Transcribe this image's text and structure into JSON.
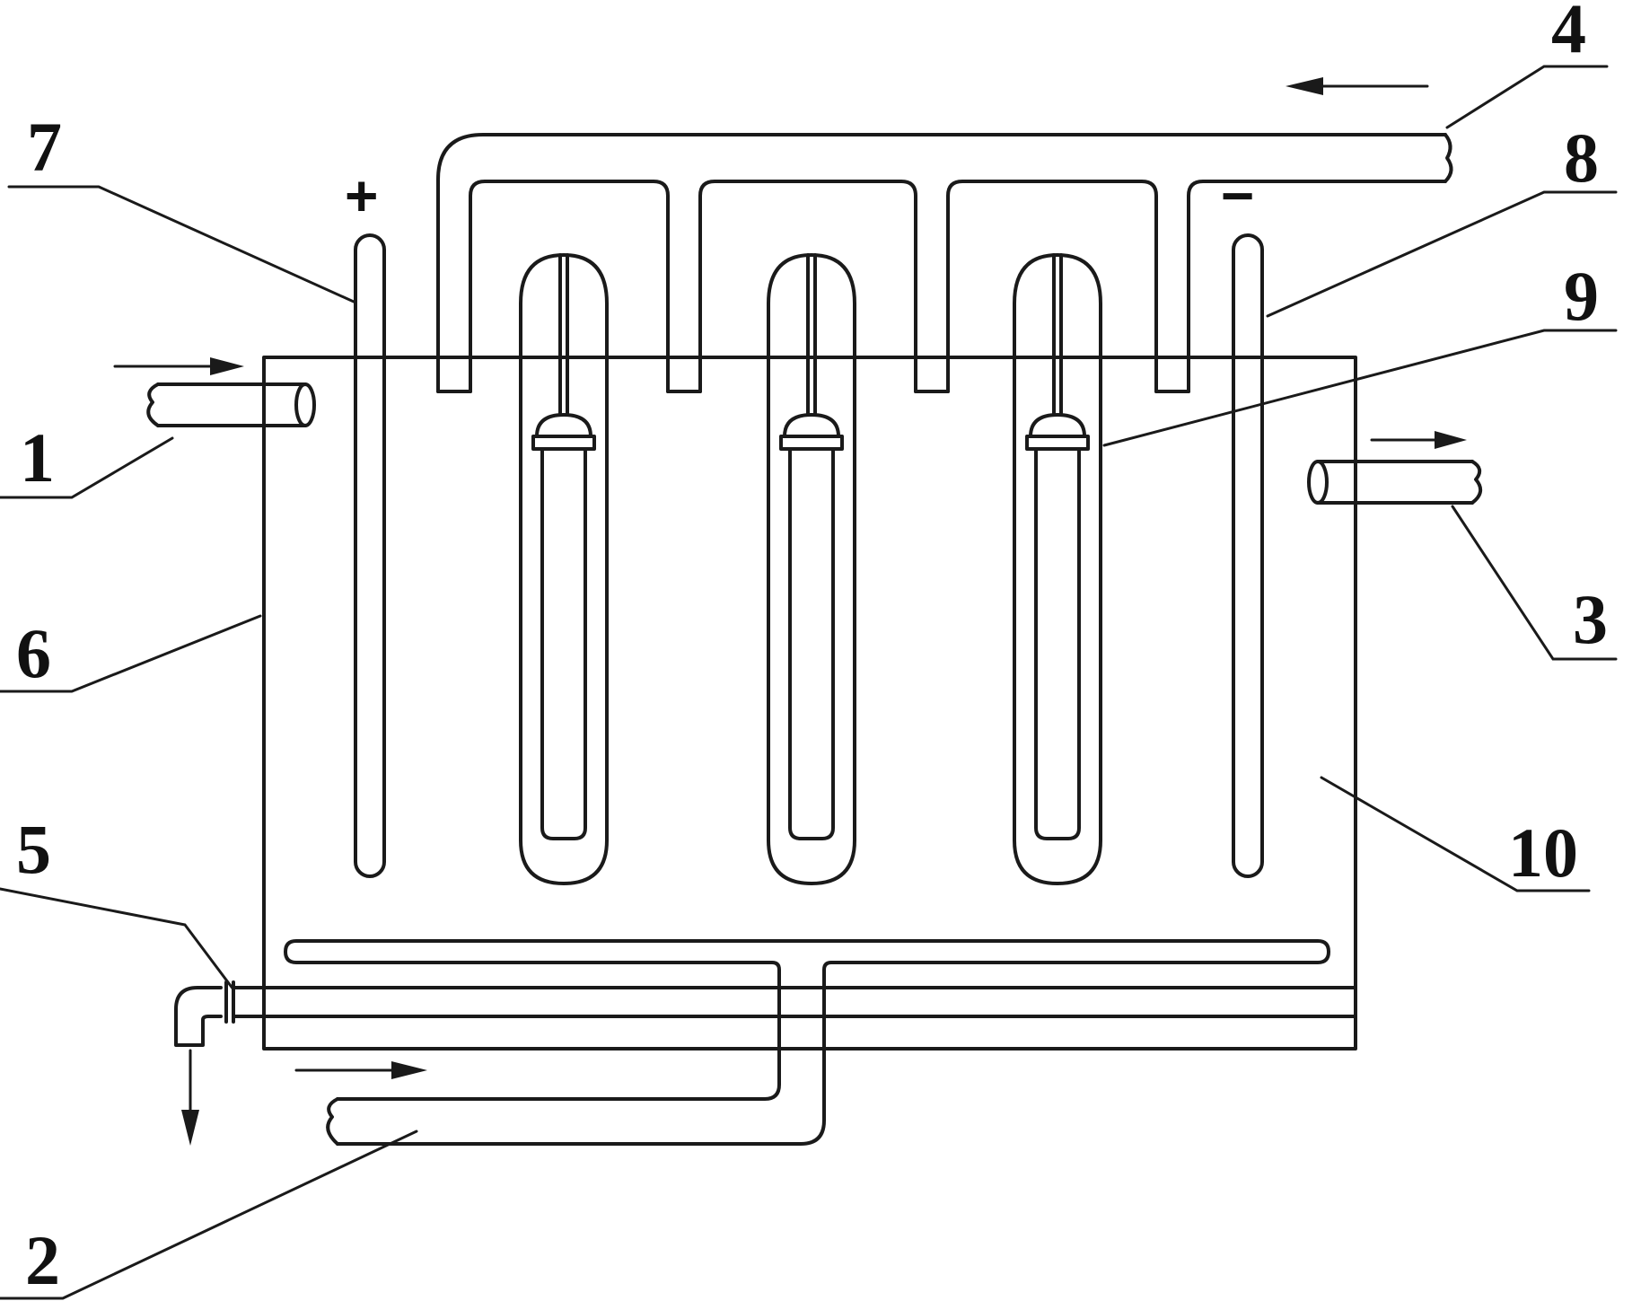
{
  "labels": {
    "l1": "1",
    "l2": "2",
    "l3": "3",
    "l4": "4",
    "l5": "5",
    "l6": "6",
    "l7": "7",
    "l8": "8",
    "l9": "9",
    "l10": "10"
  },
  "electrode_signs": {
    "positive": "+",
    "negative": "−"
  },
  "colors": {
    "line": "#1a1a1a",
    "background": "#ffffff"
  }
}
